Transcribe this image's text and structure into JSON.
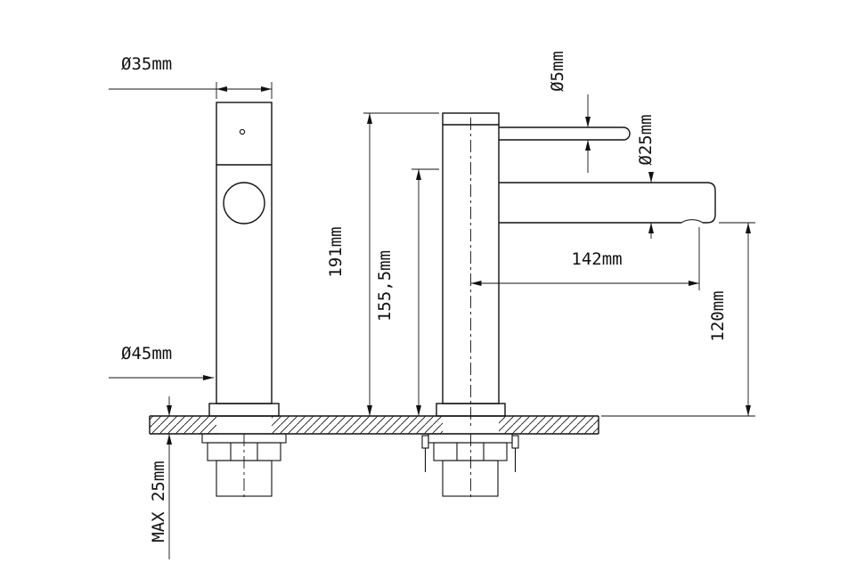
{
  "labels": {
    "top_diameter": "Ø35mm",
    "base_diameter": "Ø45mm",
    "max_thickness": "MAX 25mm",
    "total_height": "191mm",
    "spout_center_height": "155,5mm",
    "handle_rod_diameter": "Ø5mm",
    "spout_diameter": "Ø25mm",
    "spout_reach": "142mm",
    "outlet_height": "120mm"
  },
  "colors": {
    "line": "#111111",
    "background": "#ffffff"
  }
}
